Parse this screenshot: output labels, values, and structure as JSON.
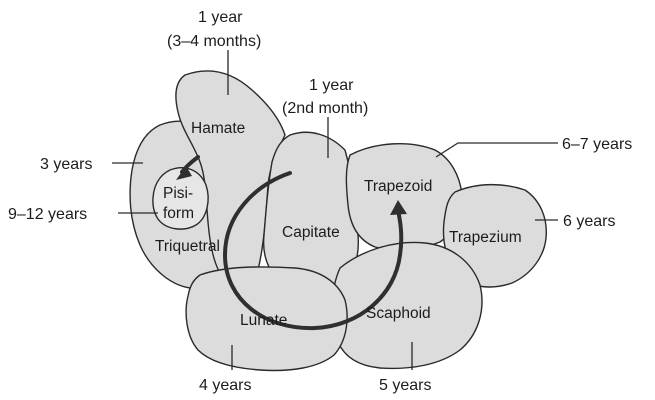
{
  "bones": {
    "hamate": "Hamate",
    "capitate": "Capitate",
    "trapezoid": "Trapezoid",
    "trapezium": "Trapezium",
    "triquetral": "Triquetral",
    "pisiform_line1": "Pisi-",
    "pisiform_line2": "form",
    "lunate": "Lunate",
    "scaphoid": "Scaphoid"
  },
  "ages": {
    "hamate_line1": "1 year",
    "hamate_line2": "(3–4 months)",
    "capitate_line1": "1 year",
    "capitate_line2": "(2nd month)",
    "triquetral": "3 years",
    "pisiform": "9–12 years",
    "trapezoid": "6–7 years",
    "trapezium": "6 years",
    "lunate": "4 years",
    "scaphoid": "5 years"
  }
}
